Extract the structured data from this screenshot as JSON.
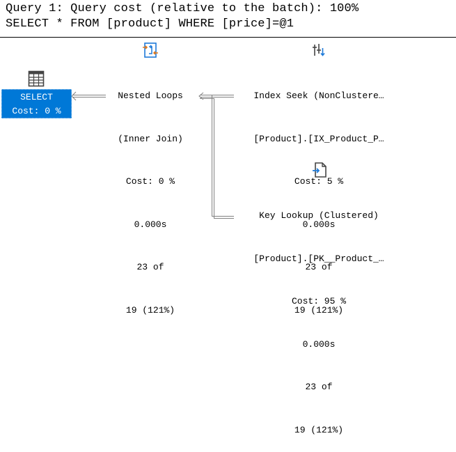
{
  "header": {
    "query_line": "Query 1: Query cost (relative to the batch): 100%",
    "sql_line": "SELECT * FROM [product] WHERE [price]=@1"
  },
  "plan": {
    "select": {
      "icon": "result-grid-icon",
      "label": "SELECT",
      "cost": "Cost: 0 %"
    },
    "nested_loops": {
      "icon": "nested-loops-icon",
      "title": "Nested Loops",
      "subtitle": "(Inner Join)",
      "cost": "Cost: 0 %",
      "time": "0.000s",
      "rows_actual": "23 of",
      "rows_estimated": "19 (121%)"
    },
    "index_seek": {
      "icon": "index-seek-icon",
      "title": "Index Seek (NonClustere…",
      "object": "[Product].[IX_Product_P…",
      "cost": "Cost: 5 %",
      "time": "0.000s",
      "rows_actual": "23 of",
      "rows_estimated": "19 (121%)"
    },
    "key_lookup": {
      "icon": "key-lookup-icon",
      "title": "Key Lookup (Clustered)",
      "object": "[Product].[PK__Product_…",
      "cost": "Cost: 95 %",
      "time": "0.000s",
      "rows_actual": "23 of",
      "rows_estimated": "19 (121%)"
    }
  },
  "colors": {
    "selection": "#0078d7",
    "icon_blue": "#1e7ad8",
    "icon_dark": "#444444",
    "icon_orange": "#e07a1f"
  }
}
